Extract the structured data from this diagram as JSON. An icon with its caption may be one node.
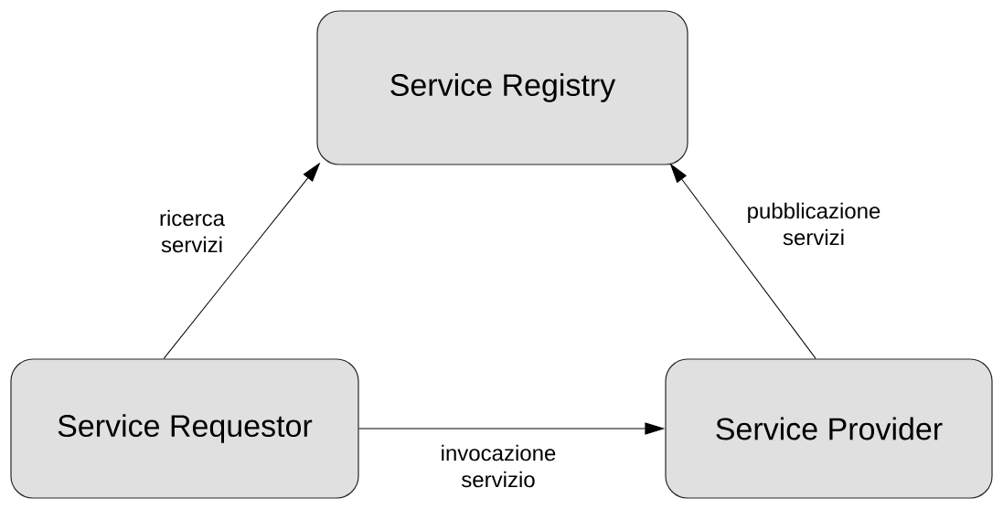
{
  "diagram": {
    "nodes": [
      {
        "text": [
          "Service Registry"
        ]
      },
      {
        "text": [
          "Service Requestor"
        ]
      },
      {
        "text": [
          "Service Provider"
        ]
      }
    ],
    "edges": [
      {
        "from": 1,
        "to": 0,
        "arrow": "to",
        "label": "ricerca servizi"
      },
      {
        "from": 2,
        "to": 0,
        "arrow": "to",
        "label": "pubblicazione servizi"
      },
      {
        "from": 1,
        "to": 2,
        "arrow": "to",
        "label": "invocazione servizio"
      }
    ]
  }
}
